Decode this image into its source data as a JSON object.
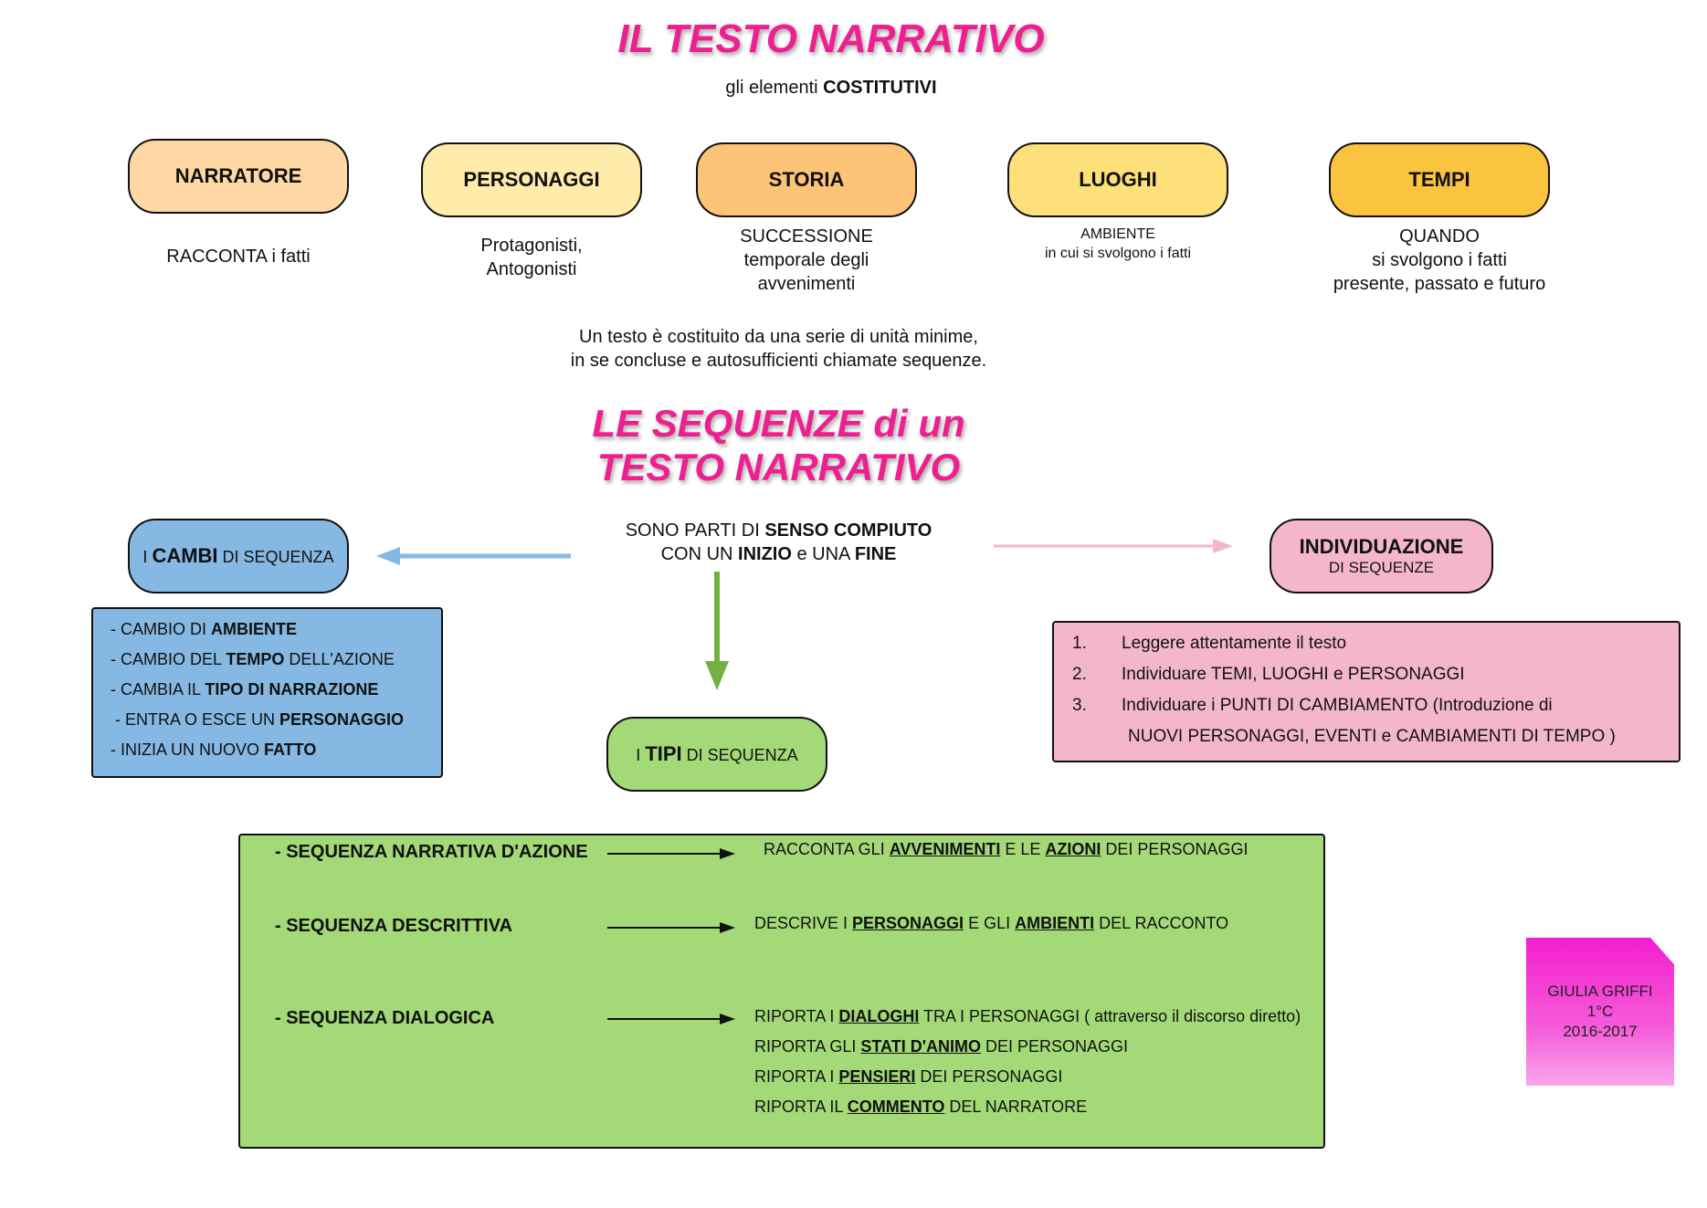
{
  "header": {
    "title": "IL TESTO NARRATIVO",
    "subtitle_pre": "gli elementi ",
    "subtitle_bold": "COSTITUTIVI"
  },
  "elements": [
    {
      "label": "NARRATORE",
      "caption": "RACCONTA i fatti",
      "color": "#fdd8a4"
    },
    {
      "label": "PERSONAGGI",
      "caption": "Protagonisti,\nAntogonisti",
      "color": "#ffecab"
    },
    {
      "label": "STORIA",
      "caption": "SUCCESSIONE\ntemporale degli\navvenimenti",
      "color": "#fdc478"
    },
    {
      "label": "LUOGHI",
      "caption_title": "AMBIENTE",
      "caption": "in cui si svolgono i fatti",
      "color": "#fee07a"
    },
    {
      "label": "TEMPI",
      "caption": "QUANDO\nsi svolgono i fatti\npresente, passato e futuro",
      "color": "#fbc43e"
    }
  ],
  "intro": {
    "line1": "Un testo è costituito da una serie di unità minime,",
    "line2": "in se concluse e autosufficienti chiamate sequenze."
  },
  "sequences_title": {
    "line1": "LE SEQUENZE di un",
    "line2": "TESTO NARRATIVO"
  },
  "center_text": {
    "l1_pre": "SONO PARTI DI ",
    "l1_bold": "SENSO COMPIUTO",
    "l2_pre": "CON UN ",
    "l2_bold1": "INIZIO",
    "l2_mid": " e UNA ",
    "l2_bold2": "FINE"
  },
  "cambi": {
    "pill_pre": "I ",
    "pill_bold": "CAMBI",
    "pill_post": " DI SEQUENZA",
    "color": "#85b9e3",
    "items": [
      {
        "pre": "- CAMBIO DI ",
        "bold": "AMBIENTE",
        "post": ""
      },
      {
        "pre": "- CAMBIO DEL ",
        "bold": "TEMPO",
        "post": " DELL'AZIONE"
      },
      {
        "pre": "- CAMBIA IL ",
        "bold": "TIPO DI NARRAZIONE",
        "post": ""
      },
      {
        "pre": " - ENTRA O ESCE UN ",
        "bold": "PERSONAGGIO",
        "post": ""
      },
      {
        "pre": "- INIZIA UN NUOVO ",
        "bold": "FATTO",
        "post": ""
      }
    ]
  },
  "individuazione": {
    "pill_bold": "INDIVIDUAZIONE",
    "pill_sub": "DI SEQUENZE",
    "color": "#f4b7c9",
    "steps": [
      {
        "num": "1.",
        "text": "Leggere attentamente il testo"
      },
      {
        "num": "2.",
        "text": "Individuare TEMI, LUOGHI e PERSONAGGI"
      },
      {
        "num": "3.",
        "text": "Individuare i PUNTI DI CAMBIAMENTO (Introduzione di"
      }
    ],
    "step3_cont": "NUOVI PERSONAGGI, EVENTI e CAMBIAMENTI DI TEMPO )"
  },
  "tipi": {
    "pill_pre": "I ",
    "pill_bold": "TIPI",
    "pill_post": " DI SEQUENZA",
    "color": "#a3d977",
    "rows": [
      {
        "name": "- SEQUENZA NARRATIVA D'AZIONE",
        "desc": [
          {
            "pre": "RACCONTA GLI ",
            "u": "AVVENIMENTI",
            "mid": " E LE ",
            "u2": "AZIONI",
            "post": " DEI PERSONAGGI"
          }
        ]
      },
      {
        "name": "- SEQUENZA DESCRITTIVA",
        "desc": [
          {
            "pre": "DESCRIVE I ",
            "u": "PERSONAGGI",
            "mid": " E GLI ",
            "u2": "AMBIENTI",
            "post": " DEL RACCONTO"
          }
        ]
      },
      {
        "name": "- SEQUENZA DIALOGICA",
        "desc": [
          {
            "pre": "RIPORTA I ",
            "u": "DIALOGHI",
            "mid": " TRA I PERSONAGGI ( attraverso il discorso diretto)",
            "u2": "",
            "post": ""
          },
          {
            "pre": "RIPORTA GLI ",
            "u": "STATI D'ANIMO",
            "mid": " DEI PERSONAGGI",
            "u2": "",
            "post": ""
          },
          {
            "pre": "RIPORTA I ",
            "u": "PENSIERI",
            "mid": " DEI PERSONAGGI",
            "u2": "",
            "post": ""
          },
          {
            "pre": "RIPORTA IL ",
            "u": "COMMENTO",
            "mid": " DEL NARRATORE",
            "u2": "",
            "post": ""
          }
        ]
      }
    ]
  },
  "note": {
    "line1": "GIULIA GRIFFI",
    "line2": "1°C",
    "line3": "2016-2017",
    "color": "#f41fd0"
  },
  "colors": {
    "title_pink": "#ee1f8f",
    "arrow_blue": "#85b9e3",
    "arrow_pink": "#f4b7c9",
    "arrow_green": "#72b043"
  }
}
